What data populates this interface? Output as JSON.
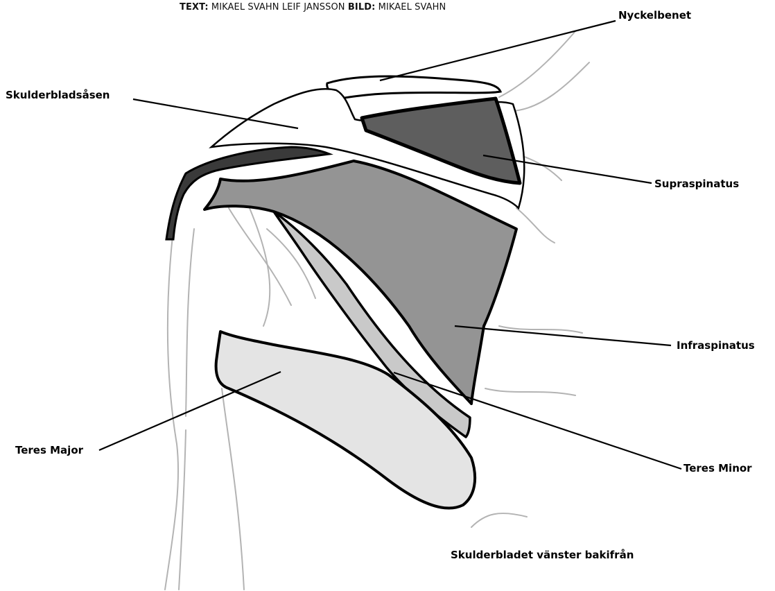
{
  "credits": {
    "text_label": "TEXT:",
    "text_authors": "MIKAEL SVAHN  LEIF JANSSON",
    "image_label": "BILD:",
    "image_author": "MIKAEL SVAHN"
  },
  "labels": {
    "nyckelbenet": "Nyckelbenet",
    "skulderbladsasen": "Skulderbladsåsen",
    "supraspinatus": "Supraspinatus",
    "infraspinatus": "Infraspinatus",
    "teres_major": "Teres Major",
    "teres_minor": "Teres Minor"
  },
  "caption": "Skulderbladet vänster bakifrån",
  "colors": {
    "supraspinatus": "#5e5e5e",
    "infraspinatus": "#949494",
    "teres_minor": "#c9c9c9",
    "teres_major": "#e4e4e4",
    "bone": "#ffffff",
    "outline": "#000000"
  }
}
